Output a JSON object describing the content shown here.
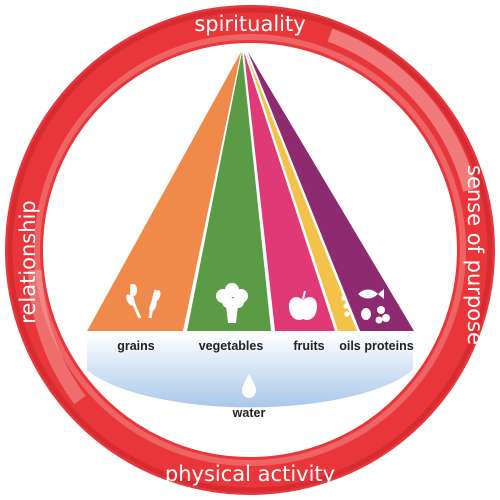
{
  "ring": {
    "top": "spirituality",
    "right": "sense of purpose",
    "bottom": "physical activity",
    "left": "relationship"
  },
  "groups": [
    {
      "key": "grains",
      "label": "grains",
      "color": "#f08a4b",
      "icon": "wheat-icon"
    },
    {
      "key": "vegetables",
      "label": "vegetables",
      "color": "#5b9b45",
      "icon": "broccoli-icon"
    },
    {
      "key": "fruits",
      "label": "fruits",
      "color": "#e03a76",
      "icon": "apple-icon"
    },
    {
      "key": "oils",
      "label": "oils",
      "color": "#f2c24a",
      "icon": "oil-drops-icon"
    },
    {
      "key": "proteins",
      "label": "proteins",
      "color": "#8e2a6f",
      "icon": "fish-beans-icon"
    }
  ],
  "water": {
    "label": "water",
    "icon": "water-drop-icon"
  },
  "colors": {
    "ring": "#e8363b",
    "ring_light": "#f7a3a0",
    "water_top": "#ffffff",
    "water_bottom": "#a8c8ea"
  }
}
